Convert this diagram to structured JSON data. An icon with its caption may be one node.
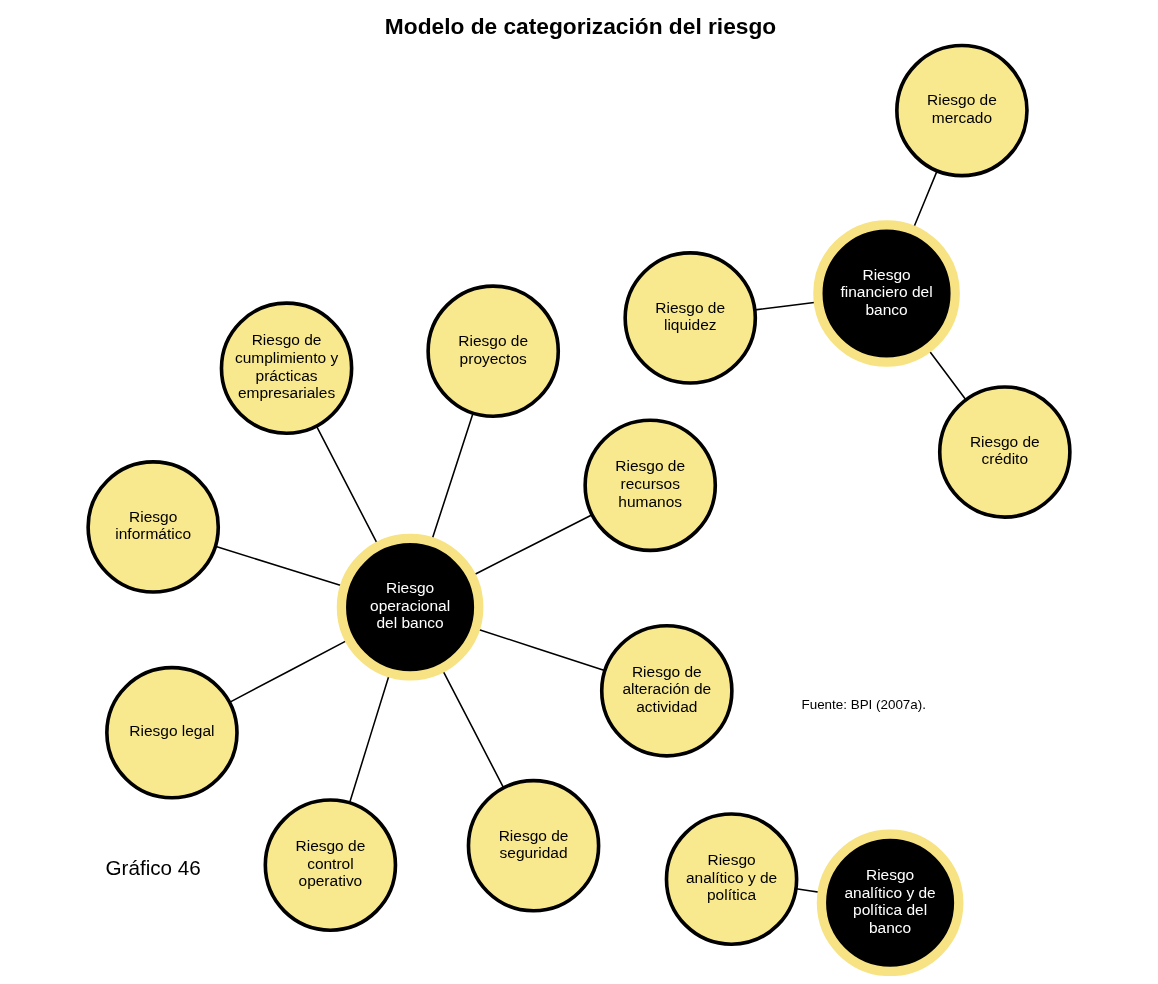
{
  "diagram": {
    "title": "Modelo de categorización del riesgo",
    "caption": "Fuente: BPI (2007a).",
    "labels": [
      "Gráfico 46"
    ],
    "nodes": [
      {
        "text": [
          "Riesgo analítico y de política"
        ]
      },
      {
        "text": [
          "Riesgo informático"
        ]
      },
      {
        "text": [
          "Riesgo analítico y de política del banco"
        ]
      },
      {
        "text": [
          "Riesgo de recursos humanos"
        ]
      },
      {
        "text": [
          "Riesgo de liquidez"
        ]
      },
      {
        "text": [
          "Riesgo de control operativo"
        ]
      },
      {
        "text": [
          "Riesgo operacional del banco"
        ]
      },
      {
        "text": [
          "Riesgo financiero del banco"
        ]
      },
      {
        "text": [
          "Riesgo de proyectos"
        ]
      },
      {
        "text": [
          "Riesgo de crédito"
        ]
      },
      {
        "text": [
          "Riesgo de cumplimiento y prácticas empresariales"
        ]
      },
      {
        "text": [
          "Riesgo de mercado"
        ]
      },
      {
        "text": [
          "Riesgo legal"
        ]
      },
      {
        "text": [
          "Riesgo de alteración de actividad"
        ]
      },
      {
        "text": [
          "Riesgo de seguridad"
        ]
      }
    ],
    "edges": [
      {
        "from": 2,
        "to": 0,
        "arrow": "none"
      },
      {
        "from": 6,
        "to": 1,
        "arrow": "none"
      },
      {
        "from": 6,
        "to": 3,
        "arrow": "none"
      },
      {
        "from": 6,
        "to": 5,
        "arrow": "none"
      },
      {
        "from": 6,
        "to": 8,
        "arrow": "none"
      },
      {
        "from": 6,
        "to": 13,
        "arrow": "none"
      },
      {
        "from": 6,
        "to": 10,
        "arrow": "none"
      },
      {
        "from": 6,
        "to": 14,
        "arrow": "none"
      },
      {
        "from": 6,
        "to": 12,
        "arrow": "none"
      },
      {
        "from": 7,
        "to": 4,
        "arrow": "none"
      },
      {
        "from": 7,
        "to": 9,
        "arrow": "none"
      },
      {
        "from": 7,
        "to": 11,
        "arrow": "none"
      }
    ]
  }
}
